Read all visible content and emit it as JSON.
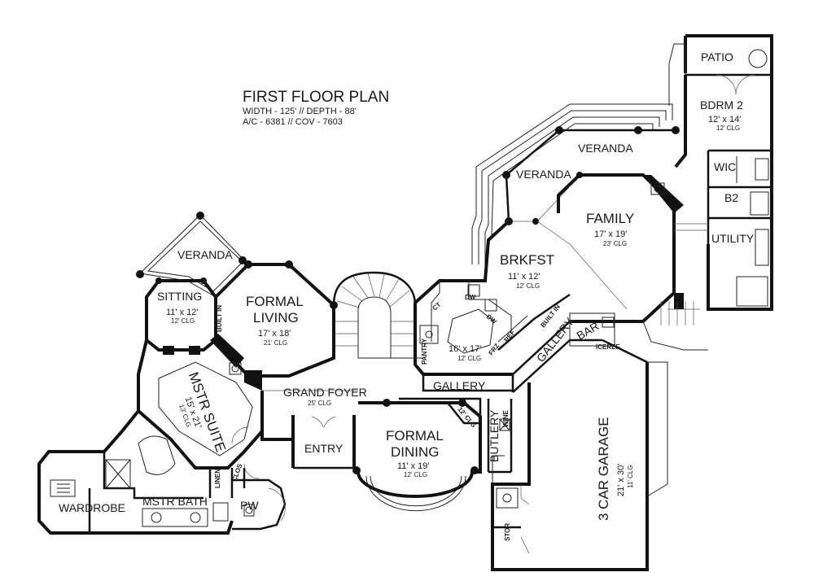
{
  "title": {
    "heading": "FIRST FLOOR PLAN",
    "line1": "WIDTH - 125' // DEPTH - 88'",
    "line2": "A/C - 6381 // COV - 7603"
  },
  "rooms": {
    "patio": {
      "name": "PATIO"
    },
    "bdrm2": {
      "name": "BDRM 2",
      "dim": "12' x 14'",
      "clg": "12' CLG"
    },
    "wic": {
      "name": "WIC"
    },
    "b2": {
      "name": "B2"
    },
    "utility": {
      "name": "UTILITY"
    },
    "veranda_top": {
      "name": "VERANDA"
    },
    "veranda_mid": {
      "name": "VERANDA"
    },
    "veranda_left": {
      "name": "VERANDA"
    },
    "family": {
      "name": "FAMILY",
      "dim": "17' x 19'",
      "clg": "23' CLG"
    },
    "brkfst": {
      "name": "BRKFST",
      "dim": "11' x 12'",
      "clg": "12' CLG"
    },
    "kitchen": {
      "dim": "16' x 17'",
      "clg": "12' CLG"
    },
    "sitting": {
      "name": "SITTING",
      "dim": "11' x 12'",
      "clg": "12' CLG"
    },
    "formal_living": {
      "name": "FORMAL",
      "name2": "LIVING",
      "dim": "17' x 18'",
      "clg": "21' CLG"
    },
    "mstr_suite": {
      "name": "MSTR SUITE",
      "dim": "15' x 21'",
      "clg": "13' CLG"
    },
    "grand_foyer": {
      "name": "GRAND FOYER",
      "clg": "25' CLG"
    },
    "entry": {
      "name": "ENTRY"
    },
    "formal_dining": {
      "name": "FORMAL",
      "name2": "DINING",
      "dim": "11' x 19'",
      "clg": "12' CLG"
    },
    "gallery_lower": {
      "name": "GALLERY"
    },
    "gallery_diag": {
      "name": "GALLERY"
    },
    "butlery": {
      "name": "BUTLERY"
    },
    "garage": {
      "name": "3 CAR GARAGE",
      "dim": "21' x 30'",
      "clg": "11' CLG"
    },
    "bar": {
      "name": "BAR"
    },
    "wardrobe": {
      "name": "WARDROBE"
    },
    "mstr_bath": {
      "name": "MSTR BATH"
    },
    "pw": {
      "name": "PW"
    },
    "stor": {
      "name": "STOR"
    }
  },
  "fixtures": {
    "built_in_left": "BUILT IN",
    "built_in_right": "BUILT IN",
    "pantry": "PANTRY",
    "frz": "FRZ",
    "ref": "REF",
    "dw1": "DW",
    "dw2": "DW",
    "ct": "CT",
    "icemkr": "ICEREF",
    "wine": "WINE",
    "clg12": "12' CLG",
    "linen": "LINEN",
    "clos": "CLOS"
  }
}
